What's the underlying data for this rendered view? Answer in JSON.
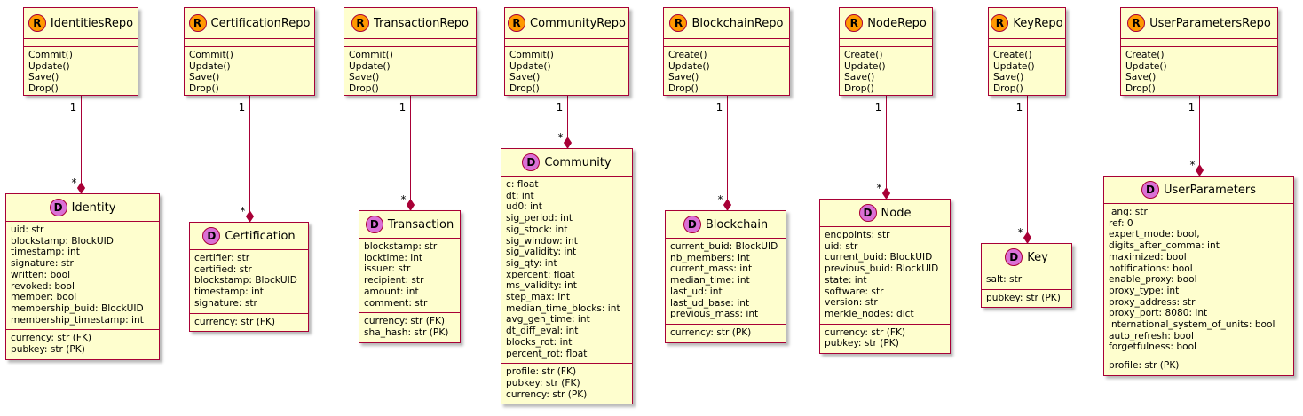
{
  "repos": [
    {
      "name": "IdentitiesRepo",
      "badge": "R",
      "methods": [
        "Commit()",
        "Update()",
        "Save()",
        "Drop()"
      ]
    },
    {
      "name": "CertificationRepo",
      "badge": "R",
      "methods": [
        "Commit()",
        "Update()",
        "Save()",
        "Drop()"
      ]
    },
    {
      "name": "TransactionRepo",
      "badge": "R",
      "methods": [
        "Commit()",
        "Update()",
        "Save()",
        "Drop()"
      ]
    },
    {
      "name": "CommunityRepo",
      "badge": "R",
      "methods": [
        "Commit()",
        "Update()",
        "Save()",
        "Drop()"
      ]
    },
    {
      "name": "BlockchainRepo",
      "badge": "R",
      "methods": [
        "Create()",
        "Update()",
        "Save()",
        "Drop()"
      ]
    },
    {
      "name": "NodeRepo",
      "badge": "R",
      "methods": [
        "Create()",
        "Update()",
        "Save()",
        "Drop()"
      ]
    },
    {
      "name": "KeyRepo",
      "badge": "R",
      "methods": [
        "Create()",
        "Update()",
        "Save()",
        "Drop()"
      ]
    },
    {
      "name": "UserParametersRepo",
      "badge": "R",
      "methods": [
        "Create()",
        "Update()",
        "Save()",
        "Drop()"
      ]
    }
  ],
  "entities": [
    {
      "name": "Identity",
      "badge": "D",
      "fields": [
        "uid: str",
        "blockstamp: BlockUID",
        "timestamp: int",
        "signature: str",
        "written: bool",
        "revoked: bool",
        "member: bool",
        "membership_buid: BlockUID",
        "membership_timestamp: int"
      ],
      "keys": [
        "currency: str (FK)",
        "pubkey: str (PK)"
      ]
    },
    {
      "name": "Certification",
      "badge": "D",
      "fields": [
        "certifier: str",
        "certified: str",
        "blockstamp: BlockUID",
        "timestamp: int",
        "signature: str"
      ],
      "keys": [
        "currency: str (FK)"
      ]
    },
    {
      "name": "Transaction",
      "badge": "D",
      "fields": [
        "blockstamp: str",
        "locktime: int",
        "issuer: str",
        "recipient: str",
        "amount: int",
        "comment: str"
      ],
      "keys": [
        "currency: str (FK)",
        "sha_hash: str (PK)"
      ]
    },
    {
      "name": "Community",
      "badge": "D",
      "fields": [
        "c: float",
        "dt: int",
        "ud0: int",
        "sig_period: int",
        "sig_stock: int",
        "sig_window: int",
        "sig_validity: int",
        "sig_qty: int",
        "xpercent: float",
        "ms_validity: int",
        "step_max: int",
        "median_time_blocks: int",
        "avg_gen_time: int",
        "dt_diff_eval: int",
        "blocks_rot: int",
        "percent_rot: float"
      ],
      "keys": [
        "profile: str (FK)",
        "pubkey: str (FK)",
        "currency: str (PK)"
      ]
    },
    {
      "name": "Blockchain",
      "badge": "D",
      "fields": [
        "current_buid: BlockUID",
        "nb_members: int",
        "current_mass: int",
        "median_time: int",
        "last_ud: int",
        "last_ud_base: int",
        "previous_mass: int"
      ],
      "keys": [
        "currency: str (PK)"
      ]
    },
    {
      "name": "Node",
      "badge": "D",
      "fields": [
        "endpoints: str",
        "uid: str",
        "current_buid: BlockUID",
        "previous_buid: BlockUID",
        "state: int",
        "software: str",
        "version: str",
        "merkle_nodes: dict"
      ],
      "keys": [
        "currency: str (FK)",
        "pubkey: str (PK)"
      ]
    },
    {
      "name": "Key",
      "badge": "D",
      "fields": [
        "salt: str"
      ],
      "keys": [
        "pubkey: str (PK)"
      ]
    },
    {
      "name": "UserParameters",
      "badge": "D",
      "fields": [
        "lang: str",
        "ref: 0",
        "expert_mode: bool,",
        "digits_after_comma: int",
        "maximized: bool",
        "notifications: bool",
        "enable_proxy: bool",
        "proxy_type: int",
        "proxy_address: str",
        "proxy_port: 8080: int",
        "international_system_of_units: bool",
        "auto_refresh: bool",
        "forgetfulness: bool"
      ],
      "keys": [
        "profile: str (PK)"
      ]
    }
  ],
  "links": [
    {
      "from_mult": "1",
      "to_mult": "*"
    },
    {
      "from_mult": "1",
      "to_mult": "*"
    },
    {
      "from_mult": "1",
      "to_mult": "*"
    },
    {
      "from_mult": "1",
      "to_mult": "*"
    },
    {
      "from_mult": "1",
      "to_mult": "*"
    },
    {
      "from_mult": "1",
      "to_mult": "*"
    },
    {
      "from_mult": "1",
      "to_mult": "*"
    },
    {
      "from_mult": "1",
      "to_mult": "*"
    }
  ],
  "colors": {
    "box_fill": "#fefece",
    "border": "#a80036",
    "repo_badge": "#ff9900",
    "entity_badge": "#da70d6"
  }
}
